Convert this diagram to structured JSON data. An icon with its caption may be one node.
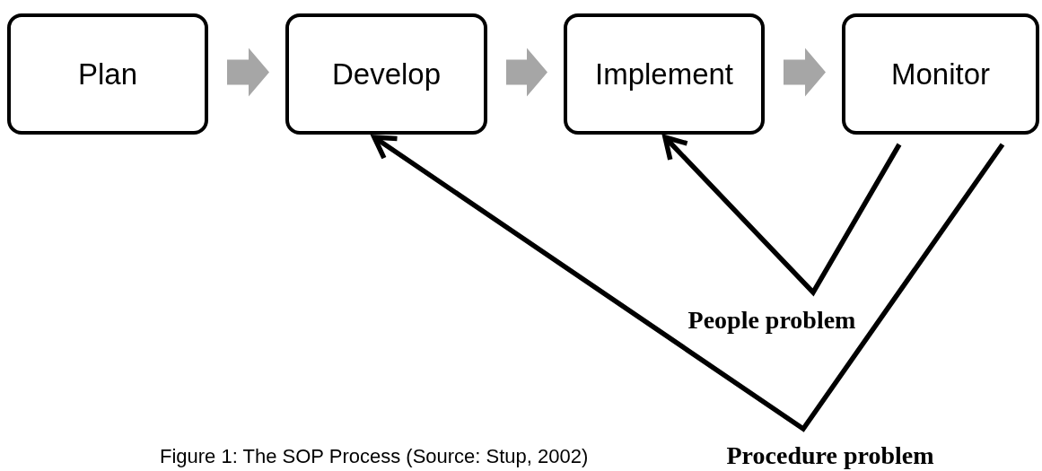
{
  "diagram": {
    "caption": "Figure 1: The SOP Process (Source: Stup, 2002)",
    "nodes": [
      {
        "text": [
          "Plan"
        ]
      },
      {
        "text": [
          "Develop"
        ]
      },
      {
        "text": [
          "Implement"
        ]
      },
      {
        "text": [
          "Monitor"
        ]
      }
    ],
    "edges": [
      {
        "from": 0,
        "to": 1,
        "arrow": "to",
        "style": "thick"
      },
      {
        "from": 1,
        "to": 2,
        "arrow": "to",
        "style": "thick"
      },
      {
        "from": 2,
        "to": 3,
        "arrow": "to",
        "style": "thick"
      },
      {
        "from": 3,
        "to": 2,
        "arrow": "to",
        "label": "People problem",
        "color": "#000000"
      },
      {
        "from": 3,
        "to": 1,
        "arrow": "to",
        "label": "Procedure problem",
        "color": "#000000"
      }
    ]
  }
}
